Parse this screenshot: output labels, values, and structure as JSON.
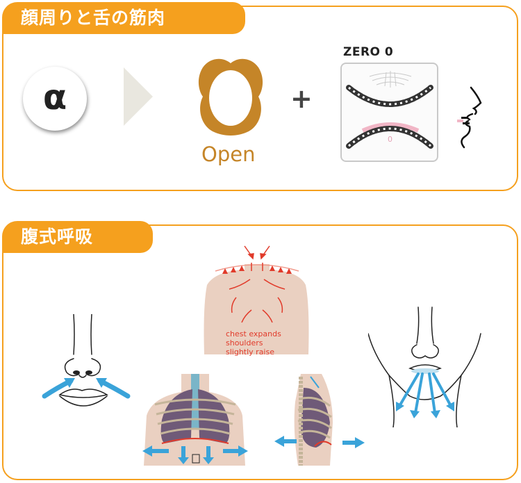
{
  "section1": {
    "title": "顔周りと舌の筋肉",
    "alpha_symbol": "α",
    "plus_symbol": "+",
    "open_label": "Open",
    "zero_label": "ZERO 0",
    "zero_sub": "0"
  },
  "section2": {
    "title": "腹式呼吸",
    "chest_note": [
      "chest expands",
      "shoulders",
      "slightly raise"
    ]
  },
  "colors": {
    "accent": "#f5a01e",
    "mouth": "#c58528",
    "arrow_blue": "#3aa3d9",
    "arrow_red": "#e13b2b",
    "skin": "#ead0c1"
  }
}
